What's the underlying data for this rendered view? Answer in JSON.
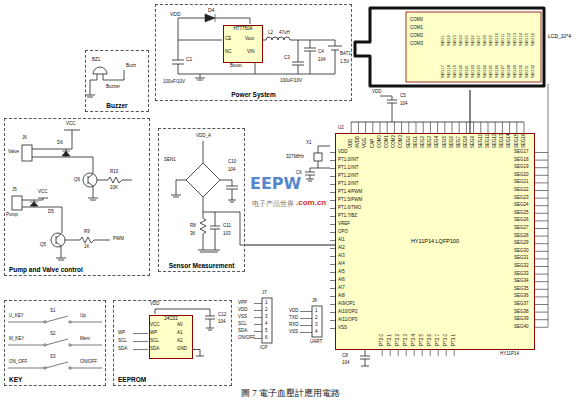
{
  "diagram": {
    "caption": "圖 7 電子血壓計應用電路",
    "nodes": [
      {
        "text": [
          "Power System"
        ]
      },
      {
        "text": [
          "HT7750A"
        ],
        "in": 0
      },
      {
        "text": [
          "Buzzer"
        ]
      },
      {
        "text": [
          "LCD_10*4"
        ]
      },
      {
        "text": [
          "Pump and Valve control"
        ]
      },
      {
        "text": [
          "Sensor Measurement"
        ]
      },
      {
        "text": [
          "HY11P14 LQFP100"
        ]
      },
      {
        "text": [
          "KEY"
        ]
      },
      {
        "text": [
          "EEPROM"
        ]
      },
      {
        "text": [
          "24C02"
        ],
        "in": 8
      }
    ],
    "edges": [
      {
        "from": 3,
        "to": 6,
        "arrow": "none"
      },
      {
        "from": 5,
        "to": 6,
        "arrow": "none"
      }
    ],
    "labels": [
      "VDD",
      "D4",
      "C1",
      "100uF/10V",
      "CE",
      "Vout",
      "NC",
      "VIN",
      "Boost",
      "L2",
      "47uH",
      "C3",
      "100uF/10V",
      "C4",
      "104",
      "BAT1",
      "1.5V",
      "BZ1",
      "Buzz",
      "Buzzer",
      "J6",
      "Valve",
      "VCC",
      "D6",
      "Q6",
      "R10",
      "10K",
      "J5",
      "Pump",
      "VCC",
      "D5",
      "Q5",
      "R9",
      "1K",
      "PWM",
      "VDD_A",
      "SEN1",
      "C10",
      "104",
      "R8",
      "3K",
      "C11",
      "103",
      "X1",
      "32768Hz",
      "C6",
      "VDD",
      "C5",
      "104",
      "U2",
      "VDD",
      "AVDD",
      "VGG",
      "CAP",
      "COM0",
      "COM1",
      "COM2",
      "COM3",
      "SEG0",
      "SEG1",
      "SEG2",
      "SEG3",
      "SEG4",
      "SEG5",
      "SEG6",
      "SEG7",
      "SEG8",
      "SEG9",
      "SEG10",
      "SEG11",
      "SEG12",
      "SEG13",
      "SEG14",
      "SEG15",
      "SEG16",
      "VDD",
      "PT1.0/INT",
      "PT1.1/INT",
      "PT1.2/INT",
      "PT1.3/INT",
      "PT1.4/PWM",
      "PT1.5/PWM",
      "PT1.6/TMO",
      "PT1.7/BZ",
      "VREF",
      "OPO",
      "AI1",
      "AI2",
      "AI3",
      "AI4",
      "AI5",
      "AI6",
      "AI7",
      "AI8",
      "AI9/OP1",
      "AI10/OP2",
      "AI11/OP3",
      "VSS",
      "SEG17",
      "SEG18",
      "SEG19",
      "SEG20",
      "SEG21",
      "SEG22",
      "SEG23",
      "SEG24",
      "SEG25",
      "SEG26",
      "SEG27",
      "SEG28",
      "SEG29",
      "SEG30",
      "SEG31",
      "SEG32",
      "SEG33",
      "SEG34",
      "SEG35",
      "SEG36",
      "SEG37",
      "SEG38",
      "SEG39",
      "SEG40",
      "PT2.0",
      "PT2.1",
      "PT2.2",
      "PT2.3",
      "PT2.4",
      "PT2.5",
      "PT2.6",
      "PT2.7",
      "PT3.0",
      "PT3.1",
      "HY11P14",
      "C8",
      "104",
      "COM0",
      "COM1",
      "COM2",
      "COM3",
      "SEG1",
      "SEG2",
      "SEG3",
      "SEG4",
      "SEG5",
      "SEG6",
      "SEG7",
      "SEG8",
      "SEG9",
      "SEG10",
      "SEG11",
      "SEG12",
      "SEG13",
      "SEG14",
      "SEG15",
      "SEG16",
      "SEG17",
      "SEG18",
      "SEG19",
      "SEG20",
      "SEG21",
      "SEG22",
      "SEG23",
      "SEG24",
      "SEG25",
      "SEG26",
      "SEG27",
      "SEG28",
      "SEG29",
      "SEG30",
      "SEG31",
      "SEG32",
      "J7",
      "1",
      "2",
      "3",
      "4",
      "5",
      "6",
      "VPP",
      "VDD",
      "VSS",
      "SCL",
      "SDA",
      "ON/OFF",
      "ICP",
      "J8",
      "1",
      "2",
      "3",
      "4",
      "VDD",
      "TXD",
      "RXD",
      "VSS",
      "UART",
      "U_KEY",
      "M_KEY",
      "ON_OFF",
      "S1",
      "S2",
      "S3",
      "Up",
      "Mem",
      "ON/OFF",
      "VDD",
      "C12",
      "104",
      "VCC",
      "WP",
      "SCL",
      "SDA",
      "A0",
      "A1",
      "A2",
      "GND",
      "WP",
      "SCL",
      "SDA",
      "EEPW",
      "电子产品世界",
      ".com.cn"
    ]
  }
}
